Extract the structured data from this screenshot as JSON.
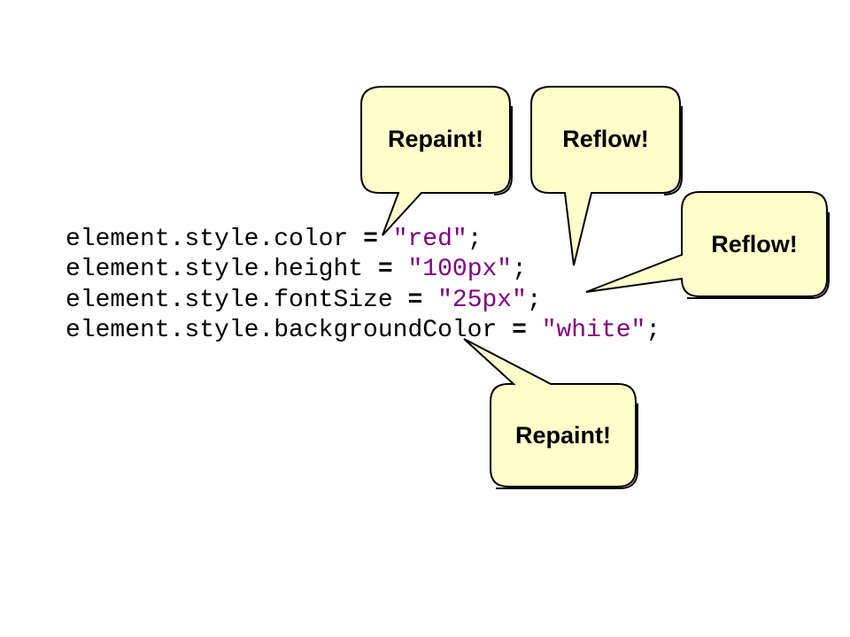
{
  "code_lines": [
    {
      "prefix": "element.style.color",
      "op": " = ",
      "value": "\"red\"",
      "suffix": ";"
    },
    {
      "prefix": "element.style.height",
      "op": " = ",
      "value": "\"100px\"",
      "suffix": ";"
    },
    {
      "prefix": "element.style.fontSize",
      "op": " = ",
      "value": "\"25px\"",
      "suffix": ";"
    },
    {
      "prefix": "element.style.backgroundColor",
      "op": " = ",
      "value": "\"white\"",
      "suffix": ";"
    }
  ],
  "callouts": [
    {
      "label": "Repaint!"
    },
    {
      "label": "Reflow!"
    },
    {
      "label": "Reflow!"
    },
    {
      "label": "Repaint!"
    }
  ],
  "colors": {
    "callout_fill": "#ffffcc",
    "string_literal": "#800080",
    "code_text": "#000000"
  }
}
